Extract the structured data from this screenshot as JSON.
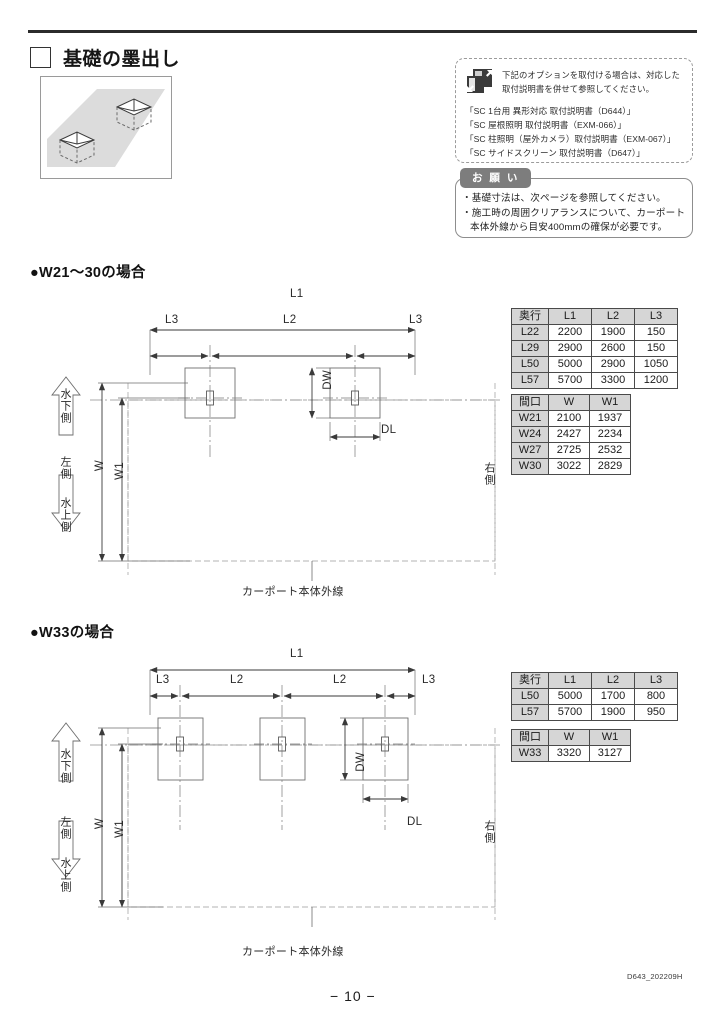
{
  "header": {
    "checkbox_icon": "checkbox-empty-icon",
    "title": "基礎の墨出し"
  },
  "illustration": {
    "name": "foundation-marking-isometric"
  },
  "option_notice": {
    "icon": "manuals-books-icon",
    "text": "下記のオプションを取付ける場合は、対応した\n取付説明書を併せて参照してください。",
    "text_line1": "下記のオプションを取付ける場合は、対応した",
    "text_line2": "取付説明書を併せて参照してください。",
    "items": [
      "「SC 1台用 異形対応 取付説明書（D644）」",
      "「SC 屋根照明 取付説明書（EXM-066）」",
      "「SC 柱照明（屋外カメラ）取付説明書（EXM-067）」",
      "「SC サイドスクリーン 取付説明書（D647）」"
    ]
  },
  "request_box": {
    "tab_label": "お 願 い",
    "tab_bg": "#7d7d7d",
    "lines": [
      "・基礎寸法は、次ページを参照してください。",
      "・施工時の周囲クリアランスについて、カーポート",
      "本体外線から目安400mmの確保が必要です。"
    ]
  },
  "case1": {
    "title": "●W21〜30の場合",
    "dimensions": {
      "L1": "L1",
      "L2": "L2",
      "L3_left": "L3",
      "L3_right": "L3",
      "DW": "DW",
      "DL": "DL",
      "W": "W",
      "W1": "W1"
    },
    "side_labels": {
      "up_arrow": "水下側",
      "middle": "左側",
      "down_arrow": "水上側",
      "right": "右側"
    },
    "bottom_caption": "カーポート本体外線",
    "depth_table": {
      "headers": [
        "奥行",
        "L1",
        "L2",
        "L3"
      ],
      "rows": [
        [
          "L22",
          "2200",
          "1900",
          "150"
        ],
        [
          "L29",
          "2900",
          "2600",
          "150"
        ],
        [
          "L50",
          "5000",
          "2900",
          "1050"
        ],
        [
          "L57",
          "5700",
          "3300",
          "1200"
        ]
      ]
    },
    "width_table": {
      "headers": [
        "間口",
        "W",
        "W1"
      ],
      "rows": [
        [
          "W21",
          "2100",
          "1937"
        ],
        [
          "W24",
          "2427",
          "2234"
        ],
        [
          "W27",
          "2725",
          "2532"
        ],
        [
          "W30",
          "3022",
          "2829"
        ]
      ]
    }
  },
  "case2": {
    "title": "●W33の場合",
    "dimensions": {
      "L1": "L1",
      "L2_left": "L2",
      "L2_right": "L2",
      "L3_left": "L3",
      "L3_right": "L3",
      "DW": "DW",
      "DL": "DL",
      "W": "W",
      "W1": "W1"
    },
    "side_labels": {
      "up_arrow": "水下側",
      "middle": "左側",
      "down_arrow": "水上側",
      "right": "右側"
    },
    "bottom_caption": "カーポート本体外線",
    "depth_table": {
      "headers": [
        "奥行",
        "L1",
        "L2",
        "L3"
      ],
      "rows": [
        [
          "L50",
          "5000",
          "1700",
          "800"
        ],
        [
          "L57",
          "5700",
          "1900",
          "950"
        ]
      ]
    },
    "width_table": {
      "headers": [
        "間口",
        "W",
        "W1"
      ],
      "rows": [
        [
          "W33",
          "3320",
          "3127"
        ]
      ]
    }
  },
  "footer": {
    "page_number": "− 10 −",
    "doc_code": "D643_202209H"
  },
  "colors": {
    "rule": "#2b2b2b",
    "table_header_bg": "#d6d6d6",
    "line": "#6e6e6e",
    "shade": "#dcdcdc"
  }
}
